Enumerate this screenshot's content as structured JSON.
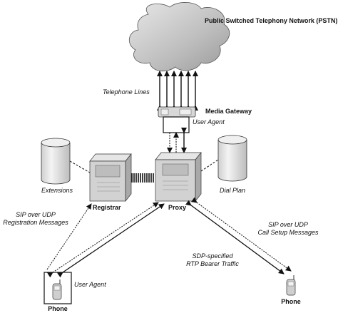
{
  "labels": {
    "pstn": "Public Switched Telephony Network (PSTN)",
    "telephone_lines": "Telephone Lines",
    "media_gateway": "Media Gateway",
    "gateway_user_agent": "User Agent",
    "extensions": "Extensions",
    "dial_plan": "Dial Plan",
    "registrar": "Registrar",
    "proxy": "Proxy",
    "sip_registration": [
      "SIP over UDP",
      "Registration Messages"
    ],
    "sip_call_setup": [
      "SIP over UDP",
      "Call Setup Messages"
    ],
    "sdp_rtp": [
      "SDP-specified",
      "RTP Bearer Traffic"
    ],
    "phone_user_agent": "User Agent",
    "phone_left": "Phone",
    "phone_right": "Phone"
  },
  "colors": {
    "cloud_fill": "#cfcfcf",
    "server_fill": "#d2d2d2",
    "db_fill": "#e2e2e2",
    "line": "#111111"
  }
}
